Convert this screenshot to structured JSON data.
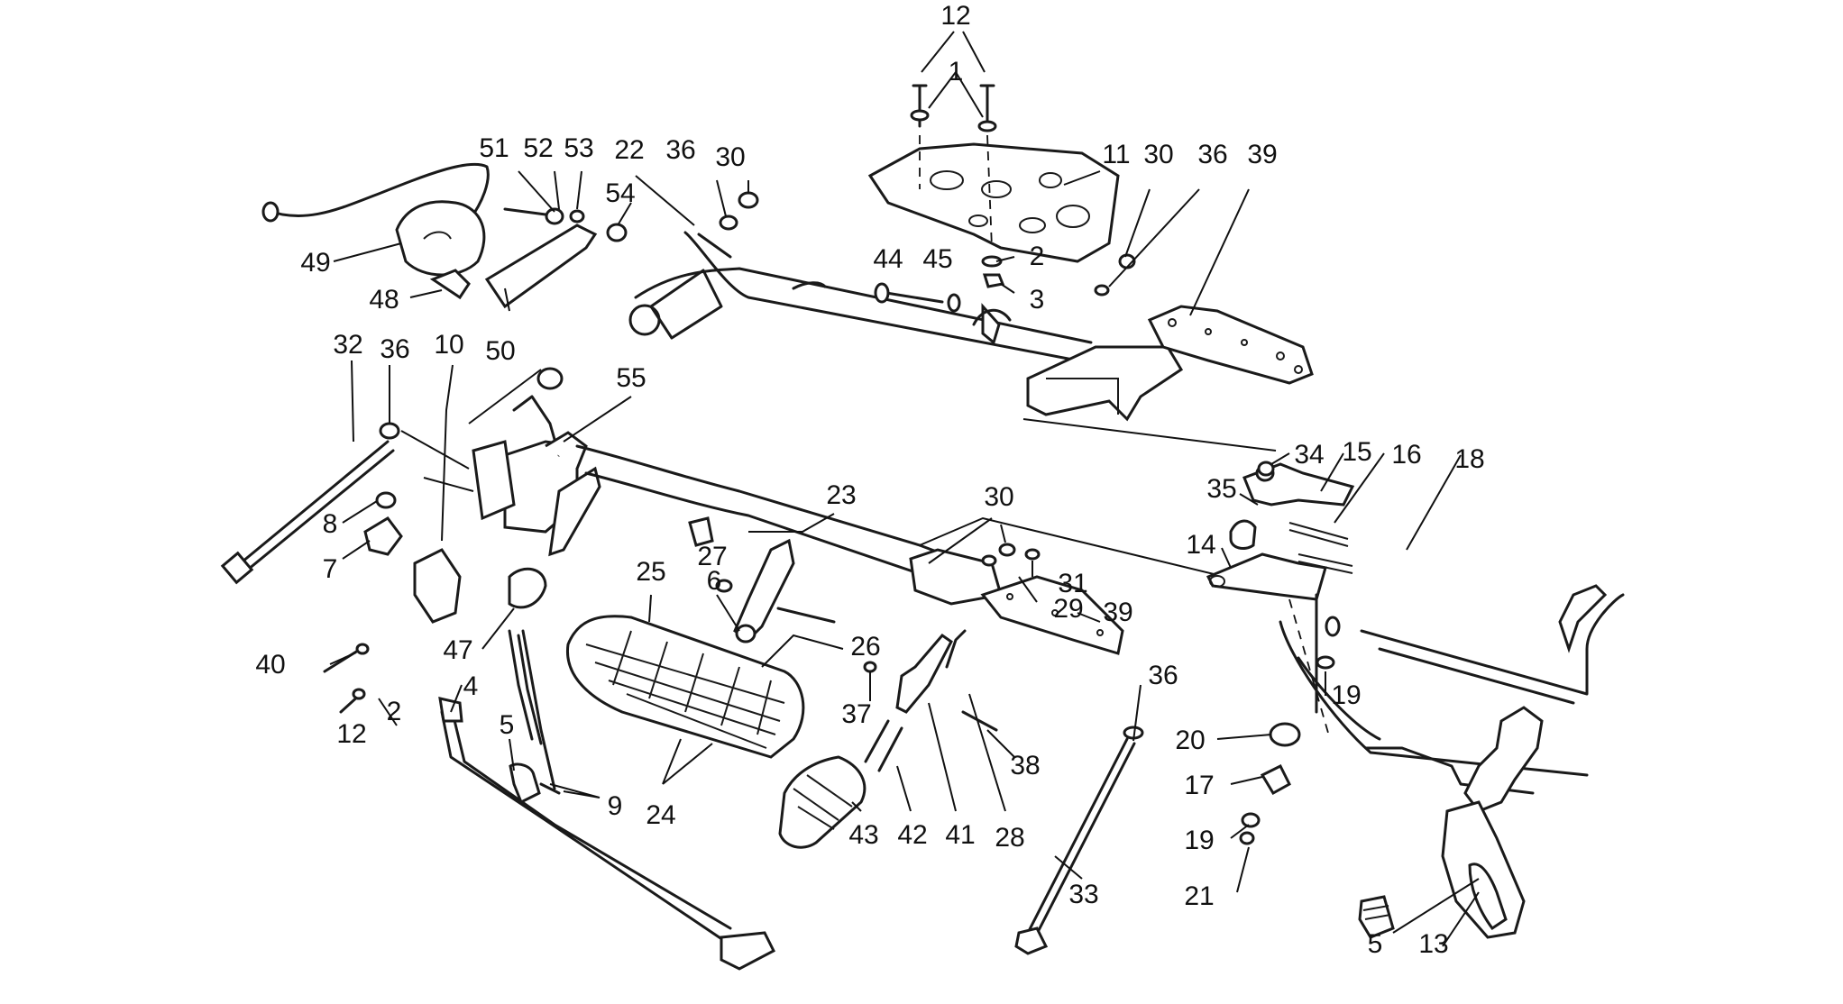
{
  "diagram": {
    "callouts": [
      {
        "id": "c12a",
        "text": "12"
      },
      {
        "id": "c1",
        "text": "1"
      },
      {
        "id": "c11",
        "text": "11"
      },
      {
        "id": "c30a",
        "text": "30"
      },
      {
        "id": "c36a",
        "text": "36"
      },
      {
        "id": "c39a",
        "text": "39"
      },
      {
        "id": "c2a",
        "text": "2"
      },
      {
        "id": "c3",
        "text": "3"
      },
      {
        "id": "c44",
        "text": "44"
      },
      {
        "id": "c45",
        "text": "45"
      },
      {
        "id": "c51",
        "text": "51"
      },
      {
        "id": "c52",
        "text": "52"
      },
      {
        "id": "c53",
        "text": "53"
      },
      {
        "id": "c22",
        "text": "22"
      },
      {
        "id": "c36b",
        "text": "36"
      },
      {
        "id": "c30b",
        "text": "30"
      },
      {
        "id": "c54",
        "text": "54"
      },
      {
        "id": "c49",
        "text": "49"
      },
      {
        "id": "c48",
        "text": "48"
      },
      {
        "id": "c50",
        "text": "50"
      },
      {
        "id": "c32",
        "text": "32"
      },
      {
        "id": "c36c",
        "text": "36"
      },
      {
        "id": "c10",
        "text": "10"
      },
      {
        "id": "c55",
        "text": "55"
      },
      {
        "id": "c8",
        "text": "8"
      },
      {
        "id": "c7",
        "text": "7"
      },
      {
        "id": "c23",
        "text": "23"
      },
      {
        "id": "c30c",
        "text": "30"
      },
      {
        "id": "c27",
        "text": "27"
      },
      {
        "id": "c31",
        "text": "31"
      },
      {
        "id": "c29",
        "text": "29"
      },
      {
        "id": "c39b",
        "text": "39"
      },
      {
        "id": "c25",
        "text": "25"
      },
      {
        "id": "c6",
        "text": "6"
      },
      {
        "id": "c26",
        "text": "26"
      },
      {
        "id": "c47",
        "text": "47"
      },
      {
        "id": "c40",
        "text": "40"
      },
      {
        "id": "c2b",
        "text": "2"
      },
      {
        "id": "c12b",
        "text": "12"
      },
      {
        "id": "c4",
        "text": "4"
      },
      {
        "id": "c5a",
        "text": "5"
      },
      {
        "id": "c9",
        "text": "9"
      },
      {
        "id": "c24",
        "text": "24"
      },
      {
        "id": "c37",
        "text": "37"
      },
      {
        "id": "c43",
        "text": "43"
      },
      {
        "id": "c42",
        "text": "42"
      },
      {
        "id": "c41",
        "text": "41"
      },
      {
        "id": "c28",
        "text": "28"
      },
      {
        "id": "c38",
        "text": "38"
      },
      {
        "id": "c36d",
        "text": "36"
      },
      {
        "id": "c33",
        "text": "33"
      },
      {
        "id": "c34",
        "text": "34"
      },
      {
        "id": "c15",
        "text": "15"
      },
      {
        "id": "c16",
        "text": "16"
      },
      {
        "id": "c18",
        "text": "18"
      },
      {
        "id": "c35",
        "text": "35"
      },
      {
        "id": "c14",
        "text": "14"
      },
      {
        "id": "c19a",
        "text": "19"
      },
      {
        "id": "c20",
        "text": "20"
      },
      {
        "id": "c17",
        "text": "17"
      },
      {
        "id": "c19b",
        "text": "19"
      },
      {
        "id": "c21",
        "text": "21"
      },
      {
        "id": "c5b",
        "text": "5"
      },
      {
        "id": "c13",
        "text": "13"
      }
    ]
  }
}
